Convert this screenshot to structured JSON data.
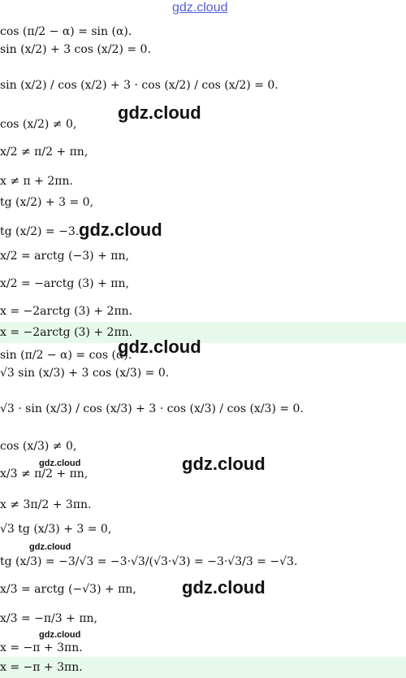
{
  "site_watermark": "gdz.cloud",
  "watermarks": {
    "w1": "gdz.cloud",
    "w2": "gdz.cloud",
    "w3": "gdz.cloud",
    "w4": "gdz.cloud",
    "w5": "gdz.cloud",
    "w6": "gdz.cloud",
    "w7": "gdz.cloud",
    "w8": "gdz.cloud"
  },
  "solution": {
    "part1": [
      "cos (π/2 − α) = sin (α).",
      "sin (x/2) + 3 cos (x/2) = 0.",
      "sin (x/2) / cos (x/2) + 3 · cos (x/2) / cos (x/2) = 0.",
      "cos (x/2) ≠ 0,",
      "x/2 ≠ π/2 + πn,",
      "x ≠ π + 2πn.",
      "tg (x/2) + 3 = 0,",
      "tg (x/2) = −3.",
      "x/2 = arctg (−3) + πn,",
      "x/2 = −arctg (3) + πn,",
      "x = −2arctg (3) + 2πn."
    ],
    "answer1": "x = −2arctg (3) + 2πn.",
    "part2": [
      "sin (π/2 − α) = cos (α).",
      "√3 sin (x/3) + 3 cos (x/3) = 0.",
      "√3 · sin (x/3) / cos (x/3) + 3 · cos (x/3) / cos (x/3) = 0.",
      "cos (x/3) ≠ 0,",
      "x/3 ≠ π/2 + πn,",
      "x ≠ 3π/2 + 3πn.",
      "√3 tg (x/3) + 3 = 0,",
      "tg (x/3) = −3/√3 = −3·√3/(√3·√3) = −3·√3/3 = −√3.",
      "x/3 = arctg (−√3) + πn,",
      "x/3 = −π/3 + πn,",
      "x = −π + 3πn."
    ],
    "answer2": "x = −π + 3πn."
  }
}
